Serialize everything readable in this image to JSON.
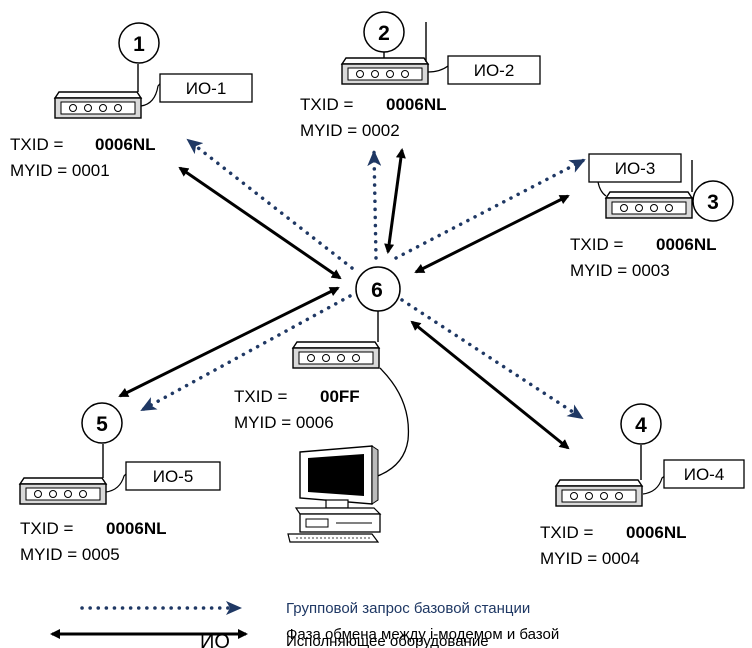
{
  "colors": {
    "dotted": "#1f3864",
    "solid": "#000000",
    "legend_blue": "#1f3864"
  },
  "station": {
    "number": "6",
    "txid_label": "TXID  =",
    "txid_value": "00FF",
    "myid_line": "MYID = 0006"
  },
  "modems": [
    {
      "number": "1",
      "io_label": "ИО-1",
      "txid_label": "TXID  =",
      "txid_value": "0006NL",
      "myid_line": "MYID = 0001"
    },
    {
      "number": "2",
      "io_label": "ИО-2",
      "txid_label": "TXID  =",
      "txid_value": "0006NL",
      "myid_line": "MYID = 0002"
    },
    {
      "number": "3",
      "io_label": "ИО-3",
      "txid_label": "TXID  =",
      "txid_value": "0006NL",
      "myid_line": "MYID = 0003"
    },
    {
      "number": "4",
      "io_label": "ИО-4",
      "txid_label": "TXID  =",
      "txid_value": "0006NL",
      "myid_line": "MYID = 0004"
    },
    {
      "number": "5",
      "io_label": "ИО-5",
      "txid_label": "TXID  =",
      "txid_value": "0006NL",
      "myid_line": "MYID = 0005"
    }
  ],
  "legend": {
    "dotted_label": "Групповой запрос базовой станции",
    "solid_label": "Фаза обмена между i-модемом и базой",
    "io_abbr": "ИО",
    "io_label": "Исполняющее оборудование"
  }
}
